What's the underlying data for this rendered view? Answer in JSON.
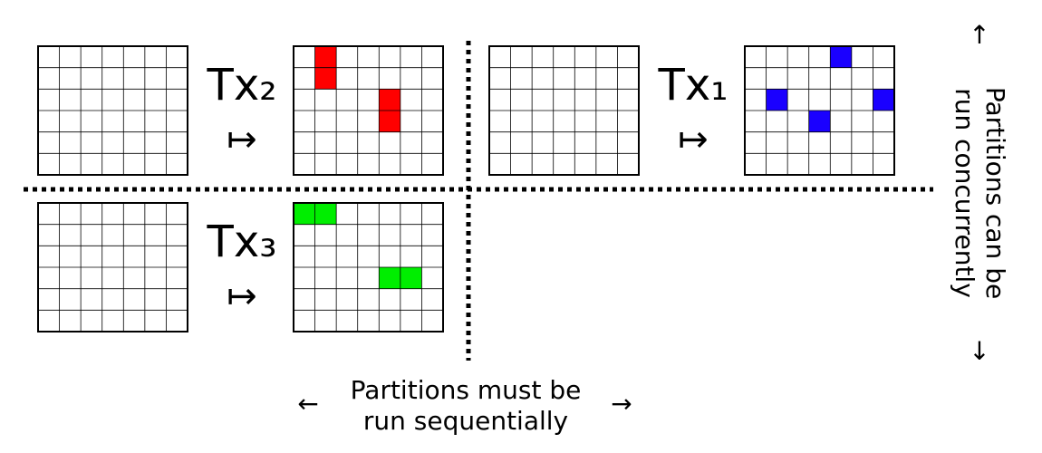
{
  "grid": {
    "rows": 6,
    "cols": 7
  },
  "colors": {
    "tx1": "#1a00ff",
    "tx2": "#ff0000",
    "tx3": "#00ee00",
    "grid_line": "#000000"
  },
  "transactions": [
    {
      "id": "tx2",
      "label": "Tx₂",
      "arrow": "↦",
      "color_key": "tx2",
      "cells": [
        [
          0,
          1
        ],
        [
          1,
          1
        ],
        [
          2,
          4
        ],
        [
          3,
          4
        ]
      ]
    },
    {
      "id": "tx1",
      "label": "Tx₁",
      "arrow": "↦",
      "color_key": "tx1",
      "cells": [
        [
          0,
          4
        ],
        [
          2,
          1
        ],
        [
          2,
          6
        ],
        [
          3,
          3
        ]
      ]
    },
    {
      "id": "tx3",
      "label": "Tx₃",
      "arrow": "↦",
      "color_key": "tx3",
      "cells": [
        [
          0,
          0
        ],
        [
          0,
          1
        ],
        [
          3,
          4
        ],
        [
          3,
          5
        ]
      ]
    }
  ],
  "captions": {
    "sequential_line1": "Partitions must be",
    "sequential_line2": "run sequentially",
    "sequential_left_arrow": "←",
    "sequential_right_arrow": "→",
    "concurrent_line1": "Partitions can be",
    "concurrent_line2": "run concurrently",
    "concurrent_up_arrow": "↑",
    "concurrent_down_arrow": "↓"
  }
}
